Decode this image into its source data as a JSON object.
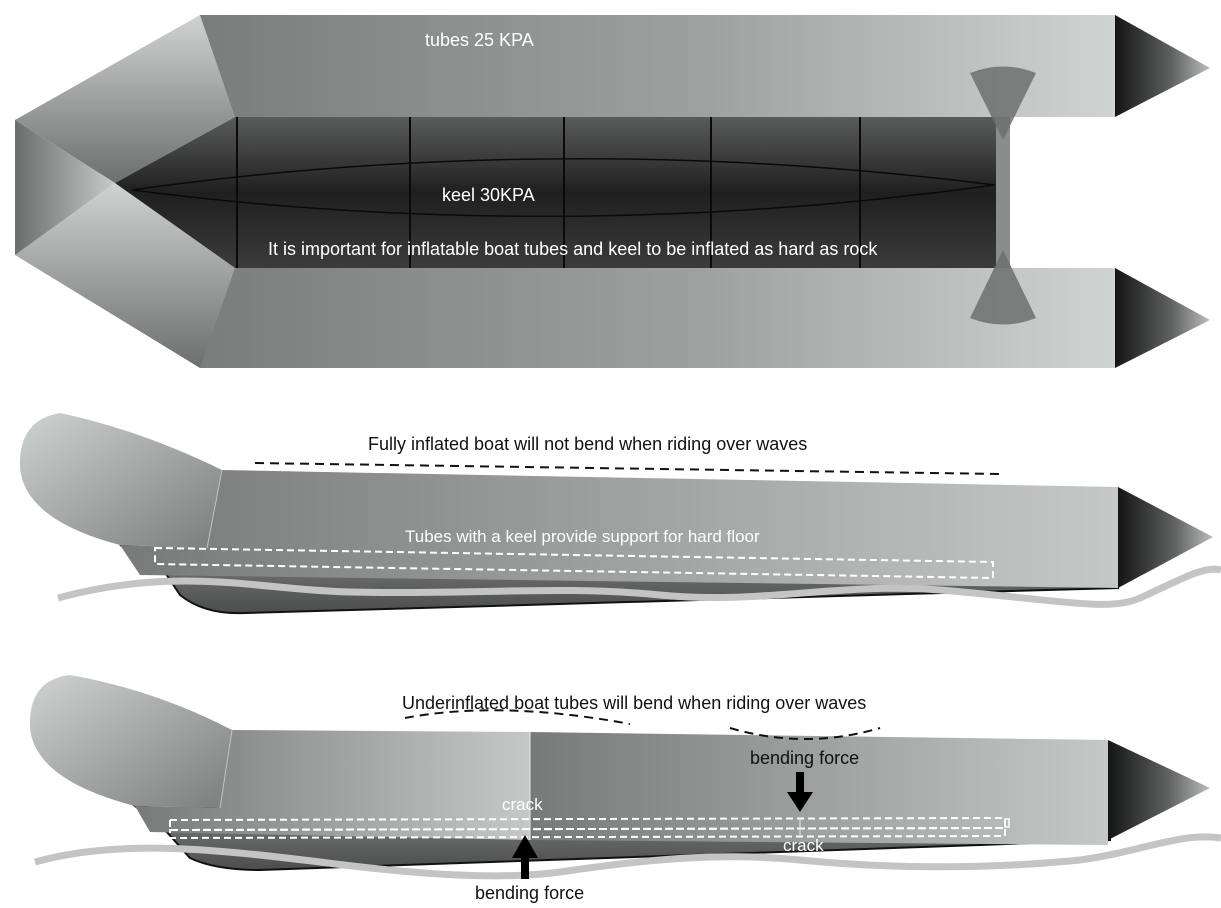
{
  "top_view": {
    "tubes_label": "tubes 25 KPA",
    "keel_label": "keel 30KPA",
    "note": "It is important for inflatable boat tubes and keel to be inflated as hard as rock"
  },
  "inflated_view": {
    "caption": "Fully inflated boat will not bend when riding over waves",
    "floor_note": "Tubes with a keel provide support for hard floor"
  },
  "underinflated_view": {
    "caption": "Underinflated boat tubes will bend when riding over waves",
    "crack_left": "crack",
    "crack_right": "crack",
    "force_top": "bending force",
    "force_bottom": "bending force"
  },
  "colors": {
    "tube_light": "#c9cdcc",
    "tube_dark": "#6f7271",
    "keel_dark": "#2a2a2a",
    "cone_dark": "#1a1a1a",
    "wave": "#c4c4c4",
    "text_dark": "#111111",
    "text_light": "#ffffff"
  }
}
